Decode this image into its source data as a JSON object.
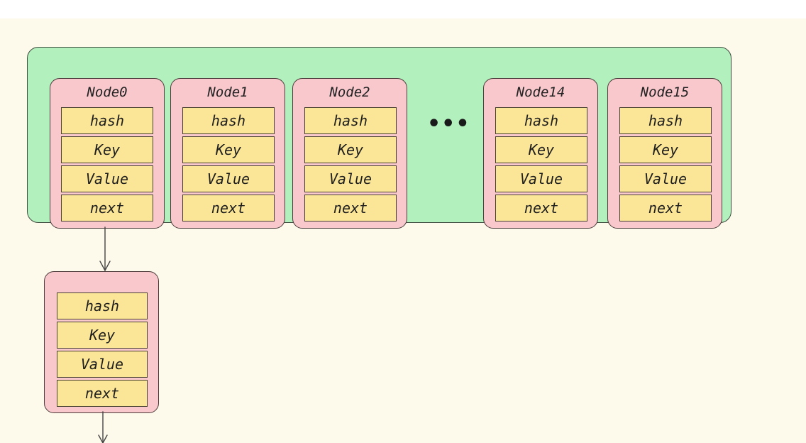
{
  "diagram": {
    "ellipsis": "•••",
    "fields": [
      "hash",
      "Key",
      "Value",
      "next"
    ],
    "table_nodes": [
      {
        "title": "Node0"
      },
      {
        "title": "Node1"
      },
      {
        "title": "Node2"
      },
      {
        "title": "Node14"
      },
      {
        "title": "Node15"
      }
    ],
    "chained_node": {
      "title": ""
    }
  },
  "colors": {
    "page_background": "#fefaeb",
    "table_fill": "#b2f0bd",
    "node_fill": "#f8c8cc",
    "field_fill": "#fbe596",
    "stroke": "#3f3f3f"
  }
}
